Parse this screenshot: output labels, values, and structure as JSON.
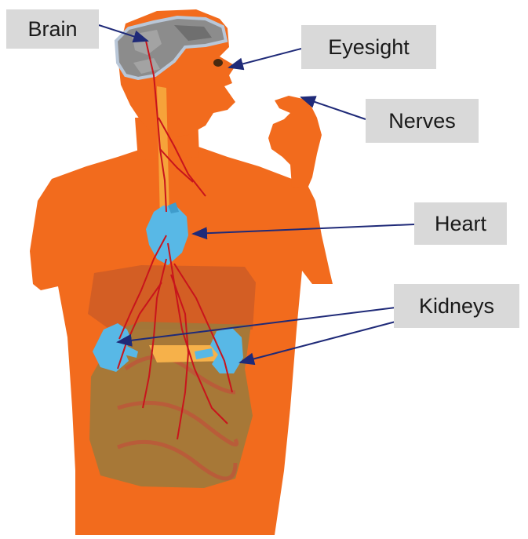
{
  "labels": {
    "brain": "Brain",
    "eyesight": "Eyesight",
    "nerves": "Nerves",
    "heart": "Heart",
    "kidneys": "Kidneys"
  },
  "colors": {
    "body": "#f26b1d",
    "body_dark": "#d95a12",
    "brain": "#8c8c8c",
    "brain_outline": "#b9c7d8",
    "organ_blue": "#58b8e6",
    "vessel": "#c8141c",
    "digestive": "#9a7a3c",
    "arrow": "#1f2a78",
    "label_bg": "#d9d9d9"
  }
}
